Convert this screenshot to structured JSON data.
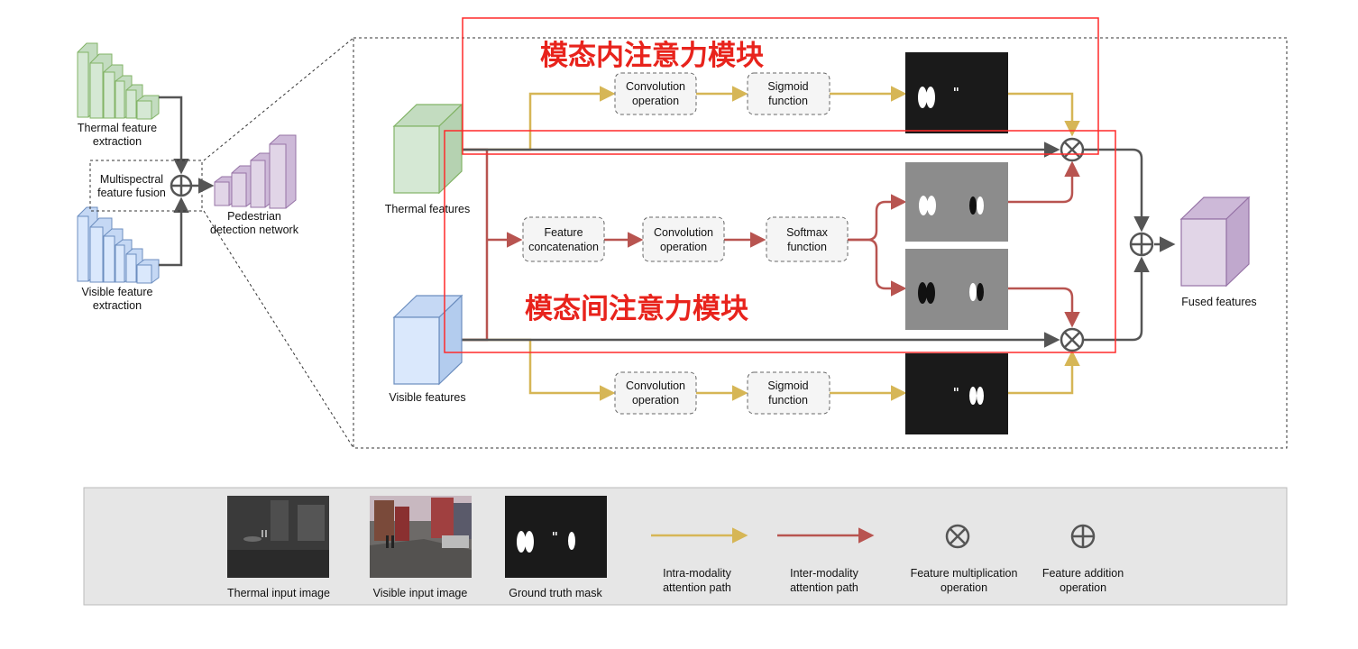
{
  "overview": {
    "thermal_extraction": [
      "Thermal feature",
      "extraction"
    ],
    "visible_extraction": [
      "Visible feature",
      "extraction"
    ],
    "fusion": [
      "Multispectral",
      "feature fusion"
    ],
    "pedestrian_network": [
      "Pedestrian",
      "detection network"
    ]
  },
  "detail": {
    "thermal_features": "Thermal features",
    "visible_features": "Visible features",
    "fused_features": "Fused features",
    "intra_module_title": "模态内注意力模块",
    "inter_module_title": "模态间注意力模块",
    "top_conv": [
      "Convolution",
      "operation"
    ],
    "top_sigmoid": [
      "Sigmoid",
      "function"
    ],
    "mid_concat": [
      "Feature",
      "concatenation"
    ],
    "mid_conv": [
      "Convolution",
      "operation"
    ],
    "mid_softmax": [
      "Softmax",
      "function"
    ],
    "bot_conv": [
      "Convolution",
      "operation"
    ],
    "bot_sigmoid": [
      "Sigmoid",
      "function"
    ]
  },
  "legend": {
    "thermal_input": "Thermal input image",
    "visible_input": "Visible input image",
    "gt_mask": "Ground truth mask",
    "intra_path": [
      "Intra-modality",
      "attention path"
    ],
    "inter_path": [
      "Inter-modality",
      "attention path"
    ],
    "mult_op": [
      "Feature multiplication",
      "operation"
    ],
    "add_op": [
      "Feature addition",
      "operation"
    ]
  },
  "colors": {
    "thermal": "#d5e8d4",
    "thermal_stroke": "#82b366",
    "visible": "#dae8fc",
    "visible_stroke": "#6c8ebf",
    "pedestrian": "#e1d5e7",
    "pedestrian_stroke": "#9673a6",
    "intra_path": "#d6b656",
    "inter_path": "#b85450",
    "main_path": "#555555",
    "highlight": "#ff2a2a"
  }
}
